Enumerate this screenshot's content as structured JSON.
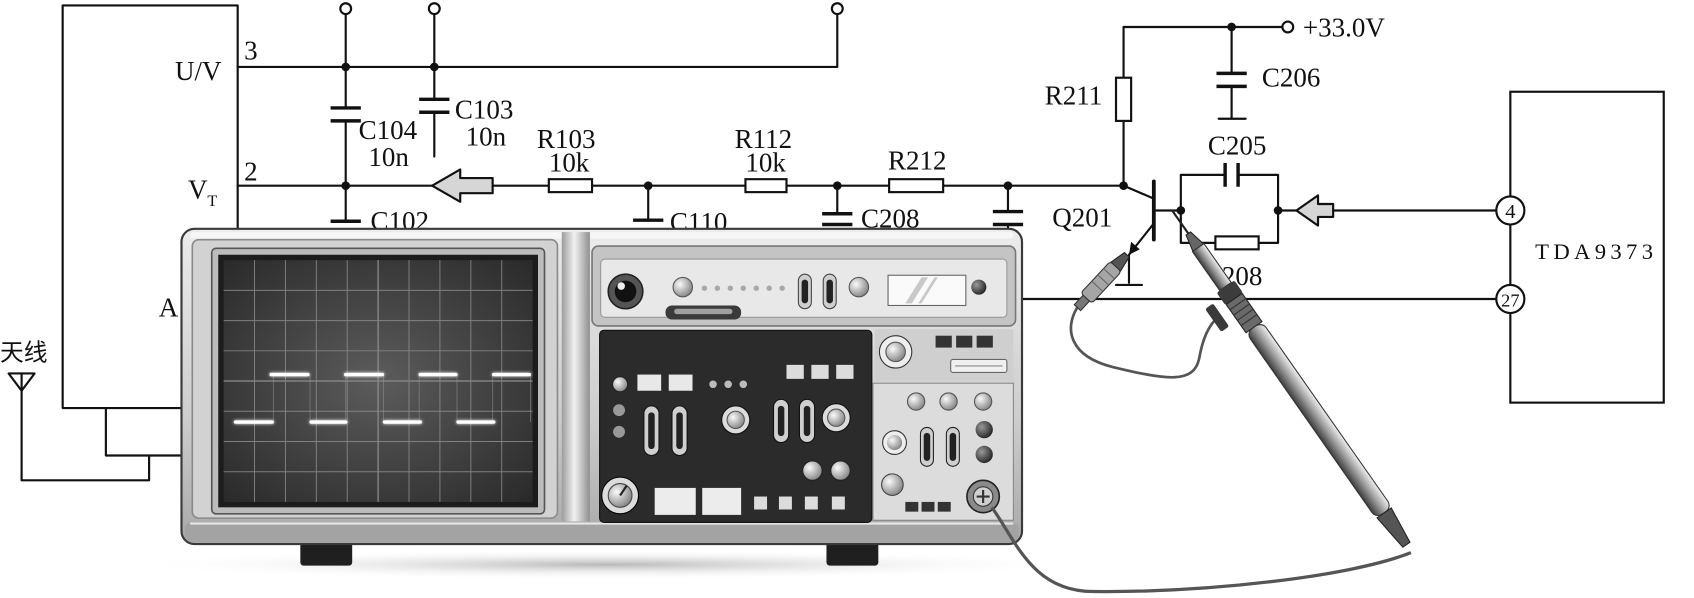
{
  "left_block": {
    "pin3_number": "3",
    "pin3_label": "U/V",
    "pin2_number": "2",
    "pin2_label_main": "V",
    "pin2_label_sub": "T",
    "pin_a_label": "A",
    "antenna_label": "天线"
  },
  "components": {
    "c104": {
      "ref": "C104",
      "value": "10n"
    },
    "c103": {
      "ref": "C103",
      "value": "10n"
    },
    "c102": {
      "ref": "C102"
    },
    "r103": {
      "ref": "R103",
      "value": "10k"
    },
    "c110": {
      "ref": "C110"
    },
    "r112": {
      "ref": "R112",
      "value": "10k"
    },
    "c208": {
      "ref": "C208"
    },
    "r212": {
      "ref": "R212"
    },
    "r211": {
      "ref": "R211"
    },
    "c206": {
      "ref": "C206"
    },
    "c205": {
      "ref": "C205"
    },
    "r208": {
      "ref": "208"
    },
    "q201": {
      "ref": "Q201"
    }
  },
  "supply": {
    "label": "+33.0V"
  },
  "ic": {
    "name": "TDA9373",
    "pin4": "4",
    "pin27": "27"
  }
}
